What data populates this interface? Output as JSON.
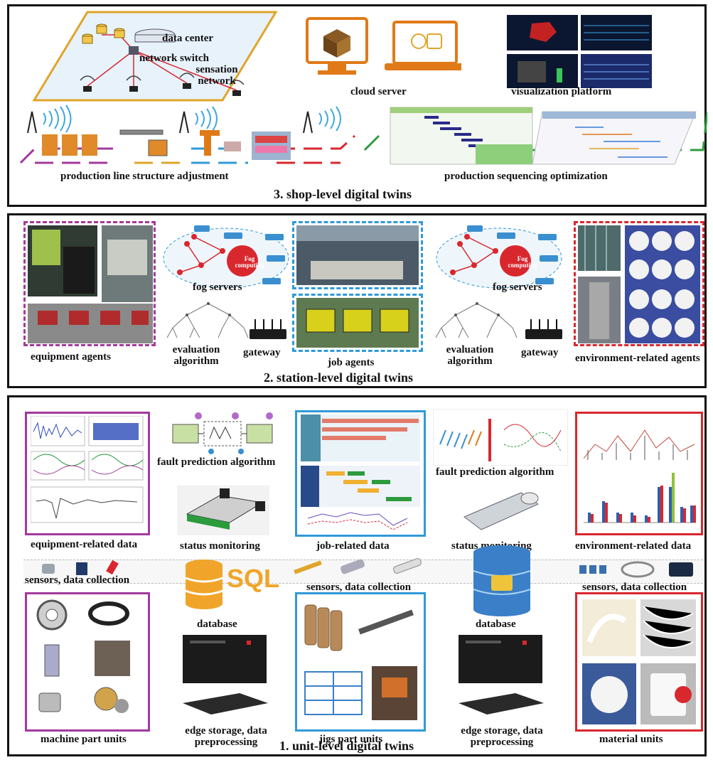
{
  "shop": {
    "title": "3. shop-level digital twins",
    "data_center": "data center",
    "network_switch": "network switch",
    "sensation_network": "sensation network",
    "cloud_server": "cloud server",
    "visualization_platform": "visualization platform",
    "line_adjustment": "production line structure adjustment",
    "sequencing": "production sequencing optimization"
  },
  "station": {
    "title": "2. station-level digital twins",
    "equipment_agents": "equipment agents",
    "fog_servers_1": "fog servers",
    "evaluation_1": "evaluation algorithm",
    "gateway_1": "gateway",
    "job_agents": "job agents",
    "fog_servers_2": "fog servers",
    "evaluation_2": "evaluation algorithm",
    "gateway_2": "gateway",
    "environment_agents": "environment-related agents",
    "fog_text": "Fog computing"
  },
  "unit": {
    "title": "1. unit-level digital twins",
    "equipment_data": "equipment-related data",
    "fault_1": "fault prediction algorithm",
    "status_1": "status monitoring",
    "job_data": "job-related data",
    "fault_2": "fault prediction algorithm",
    "status_2": "status monitoring",
    "environment_data": "environment-related data",
    "sensors_1": "sensors, data collection",
    "sensors_2": "sensors, data collection",
    "sensors_3": "sensors, data collection",
    "database_1": "database",
    "database_2": "database",
    "sql": "SQL",
    "machine_units": "machine part units",
    "edge_1": "edge storage, data preprocessing",
    "jigs_units": "jigs part units",
    "edge_2": "edge storage, data preprocessing",
    "material_units": "material units"
  },
  "colors": {
    "purple": "#a23a9c",
    "blue": "#2f9ad8",
    "red": "#d9272e",
    "green": "#2c9b3c",
    "gold": "#e0a52a"
  }
}
